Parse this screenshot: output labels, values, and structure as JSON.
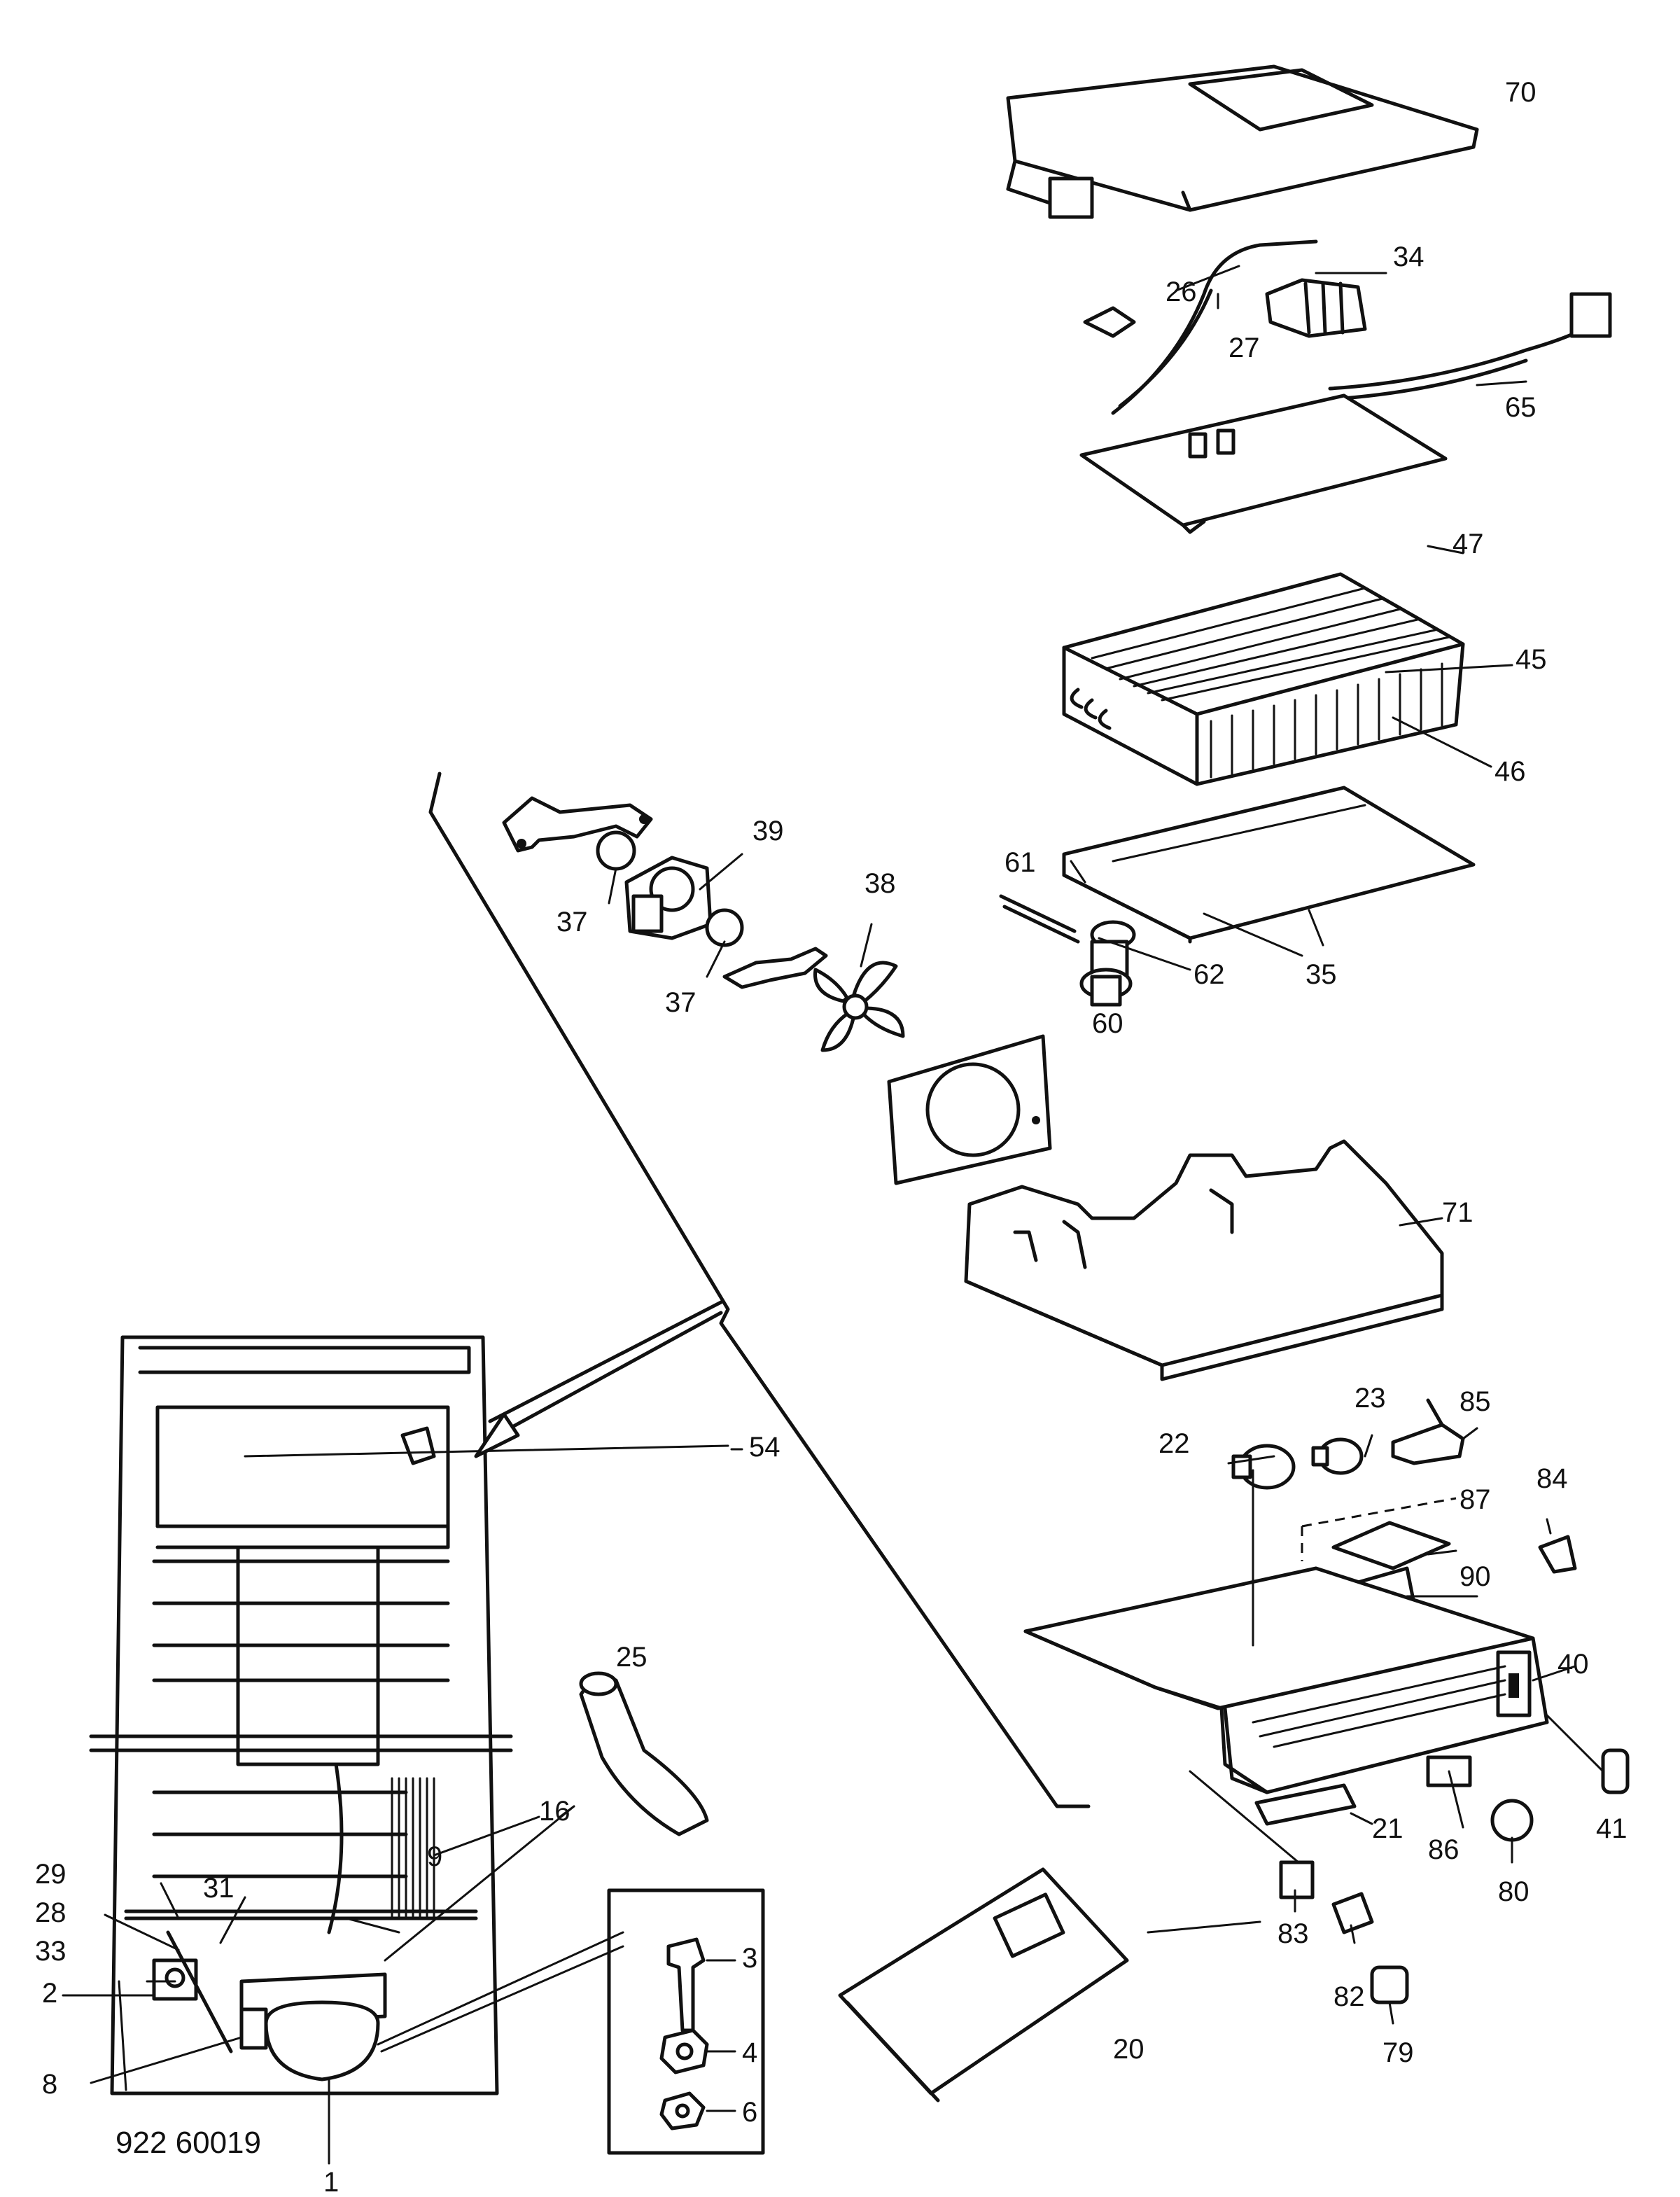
{
  "diagram_code": "922 60019",
  "colors": {
    "ink": "#111111",
    "paper": "#ffffff"
  },
  "labels": {
    "p1": "1",
    "p2": "2",
    "p3": "3",
    "p4": "4",
    "p6": "6",
    "p8": "8",
    "p9": "9",
    "p16": "16",
    "p20": "20",
    "p21": "21",
    "p22": "22",
    "p23": "23",
    "p25": "25",
    "p26": "26",
    "p27": "27",
    "p28": "28",
    "p29": "29",
    "p31": "31",
    "p33": "33",
    "p34": "34",
    "p35": "35",
    "p37a": "37",
    "p37b": "37",
    "p38": "38",
    "p39": "39",
    "p40": "40",
    "p41": "41",
    "p45": "45",
    "p46": "46",
    "p47": "47",
    "p54": "54",
    "p60": "60",
    "p61": "61",
    "p62": "62",
    "p65": "65",
    "p70": "70",
    "p71": "71",
    "p79": "79",
    "p80": "80",
    "p82": "82",
    "p83": "83",
    "p84": "84",
    "p85": "85",
    "p86": "86",
    "p87": "87",
    "p90": "90"
  }
}
